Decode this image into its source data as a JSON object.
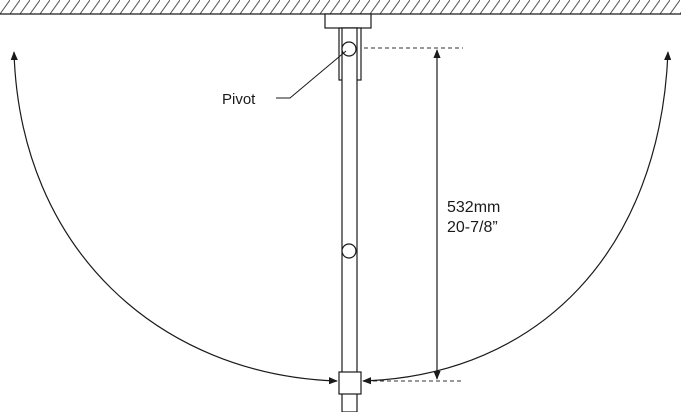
{
  "labels": {
    "pivot": "Pivot",
    "length_metric": "532mm",
    "length_imperial": "20-7/8”"
  },
  "colors": {
    "line": "#1a1a1a",
    "dash": "#333333",
    "background": "#ffffff"
  }
}
